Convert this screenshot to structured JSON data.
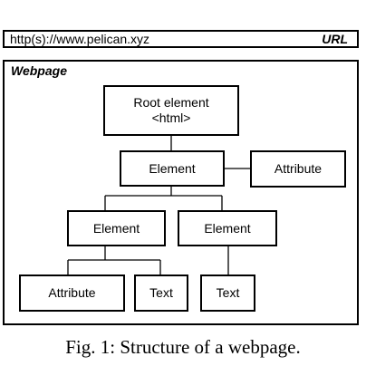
{
  "top_text": "",
  "url_bar": {
    "address": "http(s)://www.pelican.xyz",
    "label": "URL"
  },
  "webpage": {
    "label": "Webpage"
  },
  "tree": {
    "root": {
      "line1": "Root element",
      "line2": "<html>"
    },
    "element_1": "Element",
    "attribute_1": "Attribute",
    "element_2": "Element",
    "element_3": "Element",
    "attribute_2": "Attribute",
    "text_1": "Text",
    "text_2": "Text"
  },
  "caption": "Fig. 1: Structure of a webpage."
}
